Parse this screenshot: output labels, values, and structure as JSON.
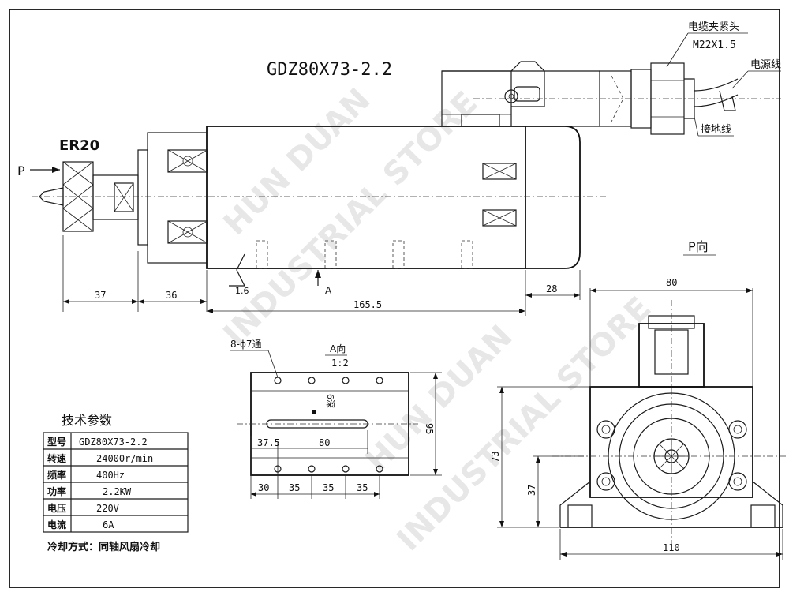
{
  "title": "GDZ80X73-2.2",
  "collet_label": "ER20",
  "p_arrow_label": "P",
  "view_p_label": "P向",
  "view_a_label": "A向",
  "view_a_scale": "1:2",
  "section_a_label": "A",
  "roughness": "1.6",
  "callouts": {
    "cable_clamp": "电缆夹紧头",
    "cable_clamp_thread": "M22X1.5",
    "power_cable": "电源线",
    "ground_wire": "接地线",
    "holes": "8-ϕ7通",
    "slot": "6深"
  },
  "dims": {
    "d37": "37",
    "d36": "36",
    "d165_5": "165.5",
    "d28": "28",
    "d80_top": "80",
    "d73": "73",
    "d37_side": "37",
    "d110": "110",
    "d95": "95",
    "d37_5": "37.5",
    "d80_mid": "80",
    "d30": "30",
    "d35a": "35",
    "d35b": "35",
    "d35c": "35"
  },
  "spec_table": {
    "heading": "技术参数",
    "rows": [
      {
        "label": "型号",
        "value": "GDZ80X73-2.2"
      },
      {
        "label": "转速",
        "value": "24000r/min"
      },
      {
        "label": "频率",
        "value": "400Hz"
      },
      {
        "label": "功率",
        "value": "2.2KW"
      },
      {
        "label": "电压",
        "value": "220V"
      },
      {
        "label": "电流",
        "value": "6A"
      }
    ],
    "cooling": "冷却方式：同轴风扇冷却"
  },
  "watermark": [
    "HUN DUAN",
    "INDUSTRIAL STORE"
  ]
}
